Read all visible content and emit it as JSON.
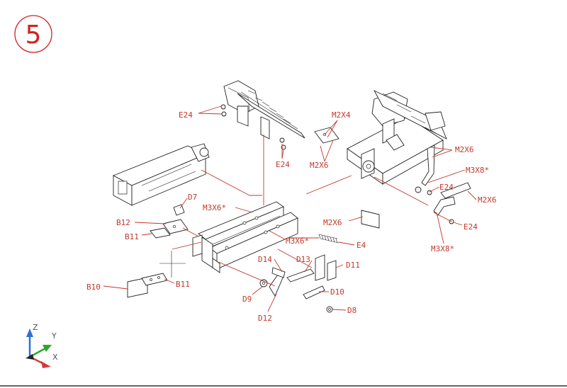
{
  "step_badge": {
    "number": "5",
    "color": "#d42020"
  },
  "colors": {
    "callout": "#c0392b",
    "linework": "#222222",
    "axis_x": "#d43a3a",
    "axis_y": "#2ea62e",
    "axis_z": "#2f6fd6"
  },
  "axis_triad": {
    "x_label": "X",
    "y_label": "Y",
    "z_label": "Z"
  },
  "callouts": {
    "e24_a": "E24",
    "e24_b": "E24",
    "m2x4": "M2X4",
    "m2x6_left": "M2X6",
    "m2x6_right_top": "M2X6",
    "m3x8_top": "M3X8*",
    "e24_c": "E24",
    "m2x6_right_mid": "M2X6",
    "e24_d": "E24",
    "m3x8_bottom": "M3X8*",
    "d7": "D7",
    "m3x6_a": "M3X6*",
    "b12": "B12",
    "b11_top": "B11",
    "m2x6_center": "M2X6",
    "m3x6_b": "M3X6*",
    "e4": "E4",
    "d14": "D14",
    "d13": "D13",
    "d11": "D11",
    "b10": "B10",
    "b11_bottom": "B11",
    "d9": "D9",
    "d10": "D10",
    "d8": "D8",
    "d12": "D12"
  }
}
